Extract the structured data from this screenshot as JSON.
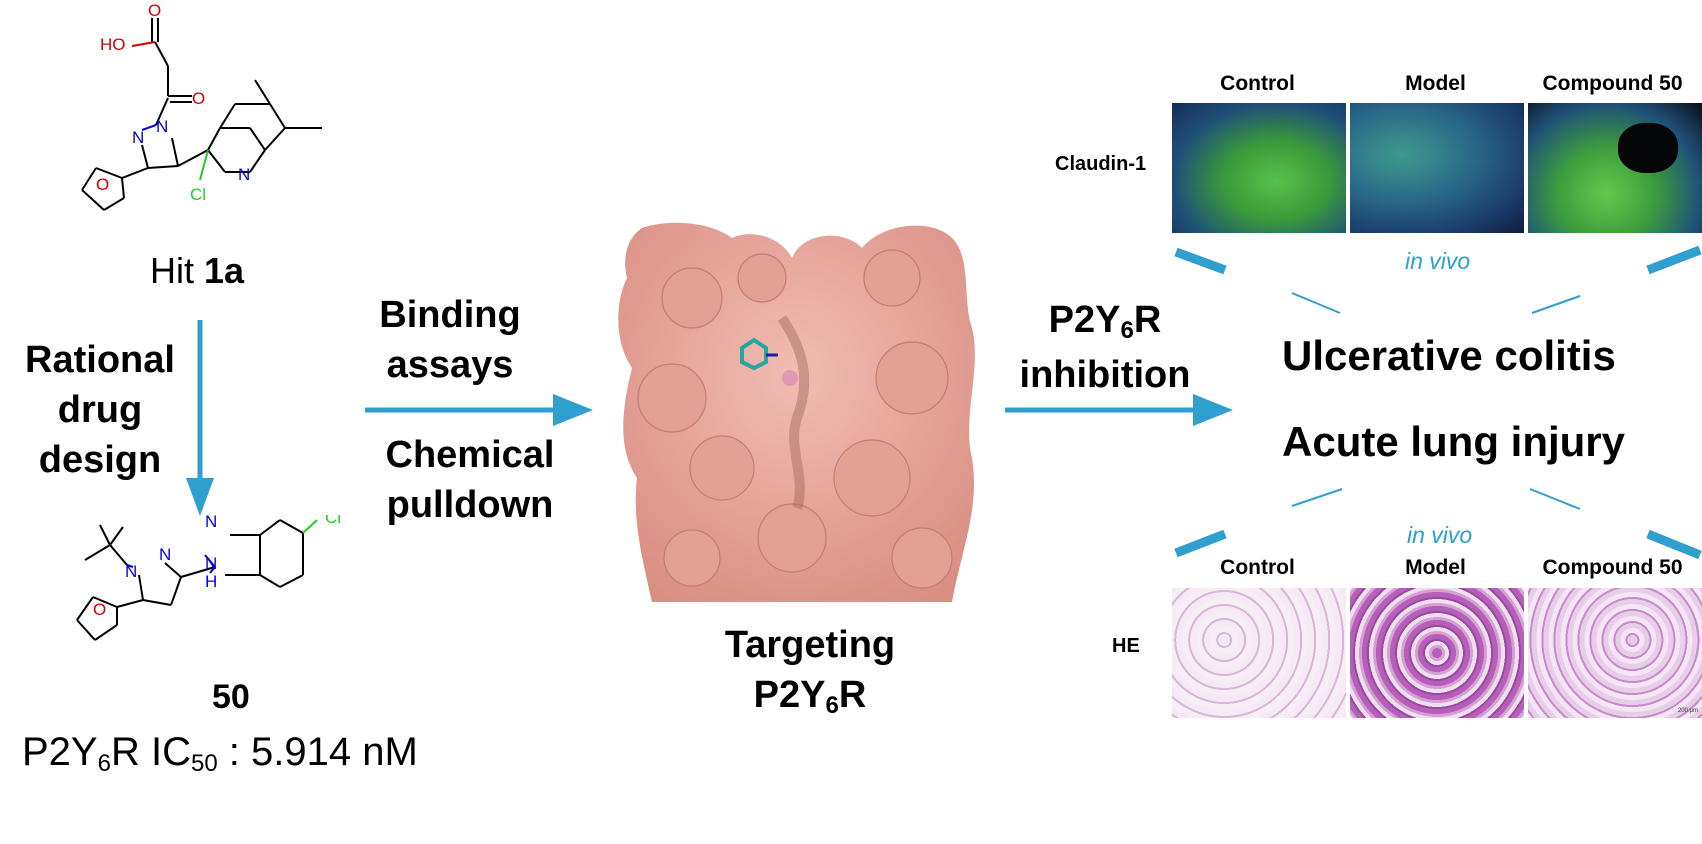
{
  "left": {
    "hit_prefix": "Hit",
    "hit_compound": "1a",
    "arrow_label_lines": [
      "Rational",
      "drug",
      "design"
    ],
    "compound_number": "50",
    "ic50_prefix": "P2Y",
    "ic50_sub": "6",
    "ic50_mid": "R IC",
    "ic50_sub2": "50",
    "ic50_value": ": 5.914 nM",
    "atoms_hit": {
      "ho": "HO",
      "o1": "O",
      "o2": "O",
      "n1": "N",
      "n2": "N",
      "n3": "N",
      "cl": "Cl",
      "o3": "O"
    },
    "atoms_50": {
      "n1": "N",
      "n2": "N",
      "n3": "N",
      "nh": "N",
      "h": "H",
      "cl": "Cl",
      "o": "O"
    }
  },
  "middle": {
    "assay_lines_1": [
      "Binding",
      "assays"
    ],
    "assay_lines_2": [
      "Chemical",
      "pulldown"
    ],
    "target_line1": "Targeting",
    "target_line2_prefix": "P2Y",
    "target_line2_sub": "6",
    "target_line2_suffix": "R"
  },
  "right": {
    "inhib_line1_prefix": "P2Y",
    "inhib_line1_sub": "6",
    "inhib_line1_suffix": "R",
    "inhib_line2": "inhibition",
    "disease_1": "Ulcerative colitis",
    "disease_2": "Acute lung injury",
    "in_vivo_top": "in vivo",
    "in_vivo_bottom": "in vivo",
    "top_headers": [
      "Control",
      "Model",
      "Compound 50"
    ],
    "bottom_headers": [
      "Control",
      "Model",
      "Compound 50"
    ],
    "top_row_label": "Claudin-1",
    "bottom_row_label": "HE",
    "scale_bar_bottom": "200 μm"
  },
  "colors": {
    "arrow": "#2f9fd0",
    "protein": "#e9a49a",
    "oxygen": "#d40000",
    "nitrogen": "#0000dd",
    "chlorine": "#22cc22",
    "fluor_green": "#3fae3a",
    "fluor_blue": "#1b3f7a",
    "he_purple": "#b65fb8"
  }
}
